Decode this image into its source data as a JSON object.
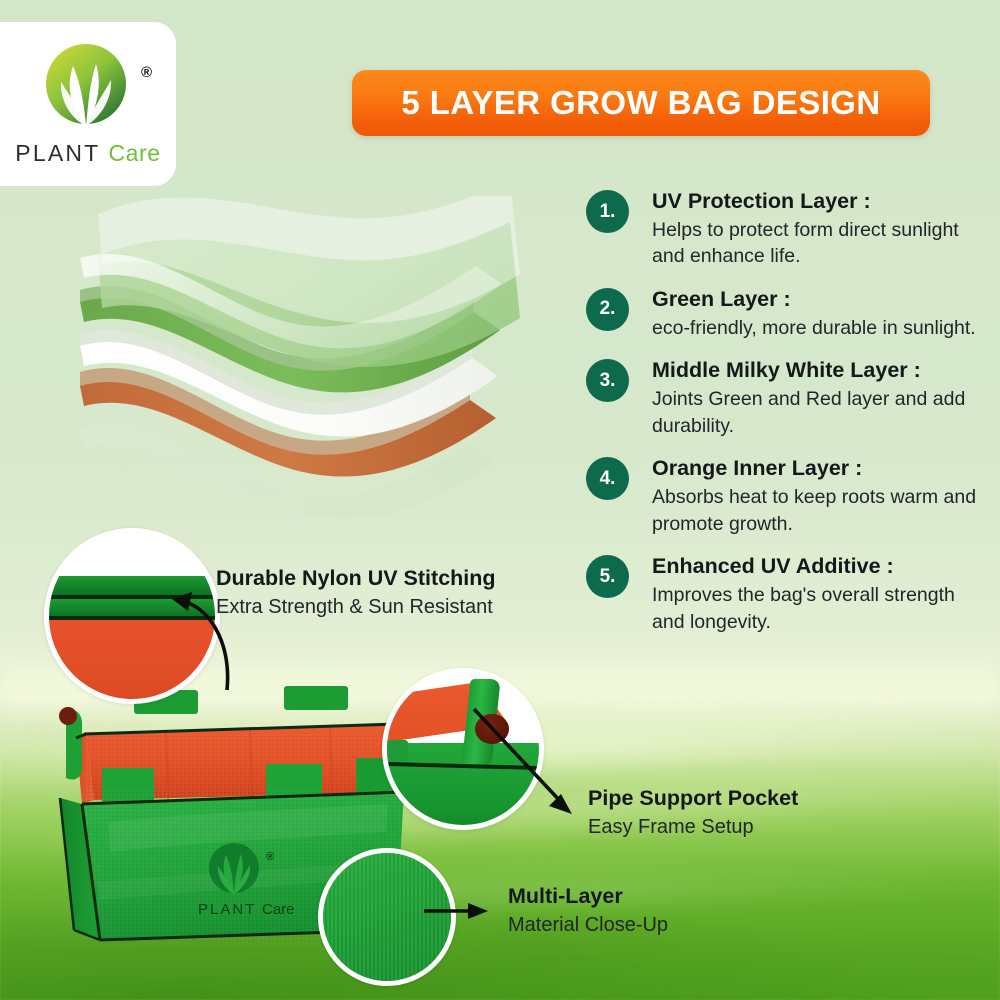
{
  "brand": {
    "name_primary": "PLANT",
    "name_secondary": "Care",
    "registered_mark": "®",
    "logo_icon": "leaf-circle-icon"
  },
  "header": {
    "title": "5 LAYER GROW BAG DESIGN",
    "banner_color": "#f5680c"
  },
  "colors": {
    "background": "#d6e7cb",
    "accent_orange": "#f5680c",
    "badge_green": "#0d6a4c",
    "bag_green": "#1ea33a",
    "liner_orange": "#e2502a"
  },
  "layers_art": {
    "caption": "five-layer-stack-illustration",
    "layers": [
      {
        "name": "UV Protection Layer",
        "color": "#eef5ea",
        "opacity": 0.55
      },
      {
        "name": "Green Layer",
        "color": "#7cbf5a",
        "opacity": 0.85
      },
      {
        "name": "Middle Milky White Layer",
        "color": "#ffffff",
        "opacity": 1
      },
      {
        "name": "Orange Inner Layer",
        "color": "#cc7240",
        "opacity": 1
      },
      {
        "name": "Enhanced UV Additive",
        "color": "#dfeedb",
        "opacity": 0.5
      }
    ]
  },
  "list": {
    "items": [
      {
        "number": "1.",
        "title": "UV Protection Layer :",
        "desc": "Helps to protect form direct sunlight and enhance life."
      },
      {
        "number": "2.",
        "title": "Green Layer :",
        "desc": "eco-friendly, more durable in sunlight."
      },
      {
        "number": "3.",
        "title": "Middle Milky White Layer  :",
        "desc": "Joints Green and Red layer and add durability."
      },
      {
        "number": "4.",
        "title": "Orange Inner Layer :",
        "desc": "Absorbs heat to keep roots warm and promote growth."
      },
      {
        "number": "5.",
        "title": "Enhanced UV Additive :",
        "desc": "Improves the bag's overall strength and longevity."
      }
    ]
  },
  "callouts": {
    "stitching": {
      "title": "Durable Nylon UV Stitching",
      "subtitle": "Extra Strength & Sun Resistant",
      "zoom_circle": "stitching-closeup-circle",
      "arrow": "curved-arrow-up-left"
    },
    "pipe": {
      "title": "Pipe Support Pocket",
      "subtitle": "Easy Frame Setup",
      "zoom_circle": "pipe-pocket-closeup-circle",
      "arrow": "diagonal-arrow-down-right"
    },
    "multilayer": {
      "title": "Multi-Layer",
      "subtitle": "Material Close-Up",
      "zoom_circle": "material-closeup-circle",
      "arrow": "straight-arrow-right"
    }
  },
  "product": {
    "photo_label": "grow-bag-product-photo",
    "bag_logo_text_primary": "PLANT",
    "bag_logo_text_secondary": "Care",
    "bag_logo_mark": "®"
  }
}
